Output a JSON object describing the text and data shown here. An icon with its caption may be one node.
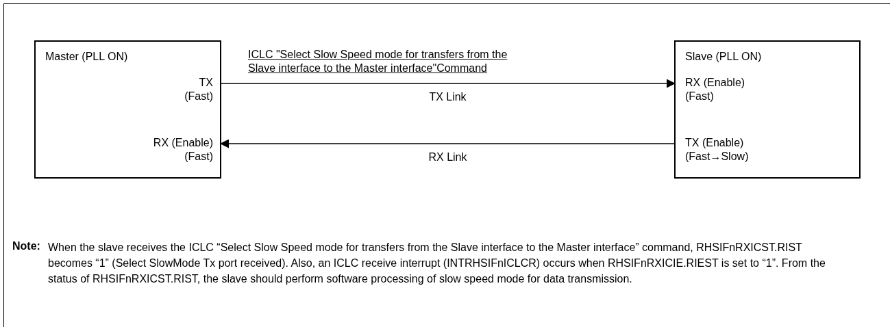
{
  "diagram": {
    "nodes": [
      {
        "text": [
          "Master (PLL ON)"
        ]
      },
      {
        "text": [
          "TX (Fast)"
        ],
        "in": 0
      },
      {
        "text": [
          "RX (Enable) (Fast)"
        ],
        "in": 0
      },
      {
        "text": [
          "Slave (PLL ON)"
        ]
      },
      {
        "text": [
          "RX (Enable) (Fast)"
        ],
        "in": 3
      },
      {
        "text": [
          "TX (Enable) (Fast→Slow)"
        ],
        "in": 3
      }
    ],
    "edges": [
      {
        "from": 1,
        "to": 4,
        "arrow": "to",
        "label": "TX Link"
      },
      {
        "from": 5,
        "to": 2,
        "arrow": "to",
        "label": "RX Link"
      }
    ],
    "labels": [
      "ICLC \"Select Slow Speed mode for transfers from the Slave interface to the Master interface\"Command",
      "Note:",
      "When the slave receives the ICLC “Select Slow Speed mode for transfers from the Slave interface to the Master interface” command, RHSIFnRXICST.RIST becomes “1” (Select SlowMode Tx port received). Also, an ICLC receive interrupt (INTRHSIFnICLCR) occurs when RHSIFnRXICIE.RIEST is set to “1”. From the status of RHSIFnRXICST.RIST, the slave should perform software processing of slow speed mode for data transmission."
    ]
  }
}
